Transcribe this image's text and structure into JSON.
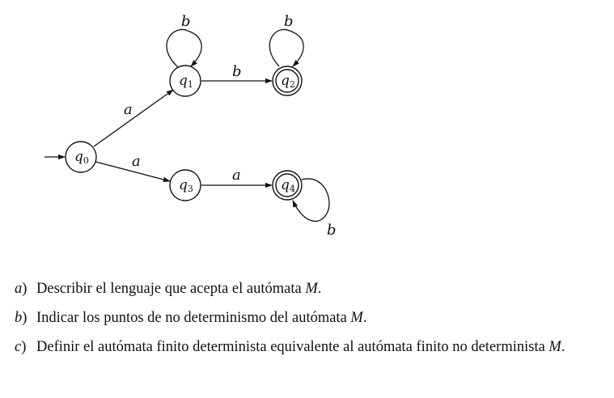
{
  "automaton": {
    "states": [
      {
        "id": "q0",
        "label": "q",
        "sub": "0",
        "accepting": false,
        "initial": true
      },
      {
        "id": "q1",
        "label": "q",
        "sub": "1",
        "accepting": false,
        "initial": false
      },
      {
        "id": "q2",
        "label": "q",
        "sub": "2",
        "accepting": true,
        "initial": false
      },
      {
        "id": "q3",
        "label": "q",
        "sub": "3",
        "accepting": false,
        "initial": false
      },
      {
        "id": "q4",
        "label": "q",
        "sub": "4",
        "accepting": true,
        "initial": false
      }
    ],
    "transitions": [
      {
        "from": "q0",
        "to": "q1",
        "symbol": "a"
      },
      {
        "from": "q0",
        "to": "q3",
        "symbol": "a"
      },
      {
        "from": "q1",
        "to": "q1",
        "symbol": "b"
      },
      {
        "from": "q1",
        "to": "q2",
        "symbol": "b"
      },
      {
        "from": "q2",
        "to": "q2",
        "symbol": "b"
      },
      {
        "from": "q3",
        "to": "q4",
        "symbol": "a"
      },
      {
        "from": "q4",
        "to": "q4",
        "symbol": "b"
      }
    ]
  },
  "questions": [
    {
      "marker": "a",
      "text": "Describir el lenguaje que acepta el autómata ",
      "var": "M",
      "end": "."
    },
    {
      "marker": "b",
      "text": "Indicar los puntos de no determinismo del autómata ",
      "var": "M",
      "end": "."
    },
    {
      "marker": "c",
      "text": "Definir el autómata finito determinista equivalente al autómata finito no determinista ",
      "var": "M",
      "end": "."
    }
  ]
}
